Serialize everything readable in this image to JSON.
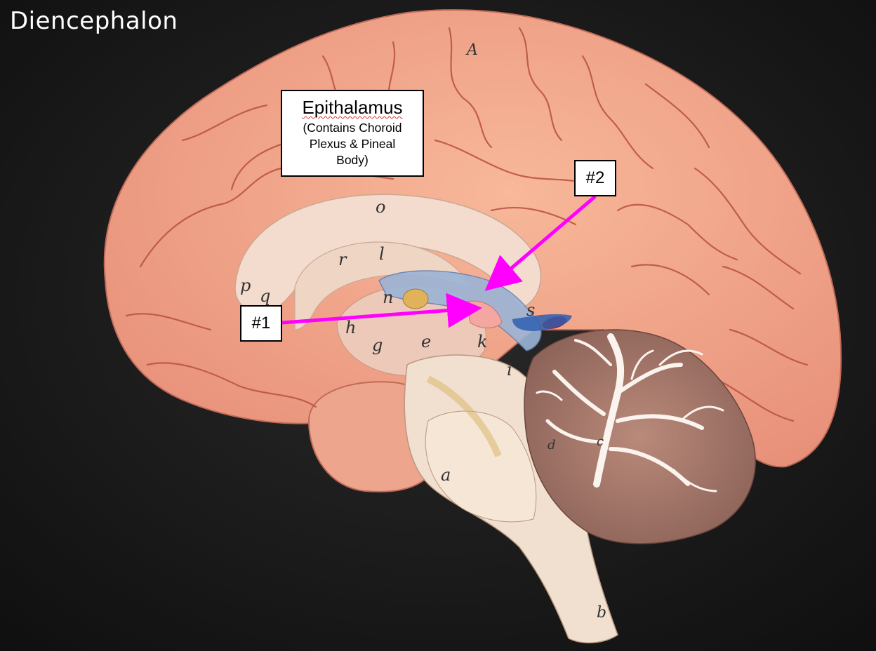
{
  "slide": {
    "title": "Diencephalon"
  },
  "callouts": {
    "epithalamus": {
      "title": "Epithalamus",
      "line1": "(Contains Choroid",
      "line2": "Plexus & Pineal",
      "line3": "Body)"
    },
    "marker1": "#1",
    "marker2": "#2"
  },
  "model_letters": [
    "A",
    "o",
    "p",
    "q",
    "r",
    "l",
    "n",
    "h",
    "g",
    "e",
    "k",
    "s",
    "i",
    "a",
    "d",
    "c",
    "b"
  ],
  "colors": {
    "arrow": "#ff00ff",
    "background": "#111111",
    "cortex": "#f2a184",
    "callout_border": "#000000"
  }
}
